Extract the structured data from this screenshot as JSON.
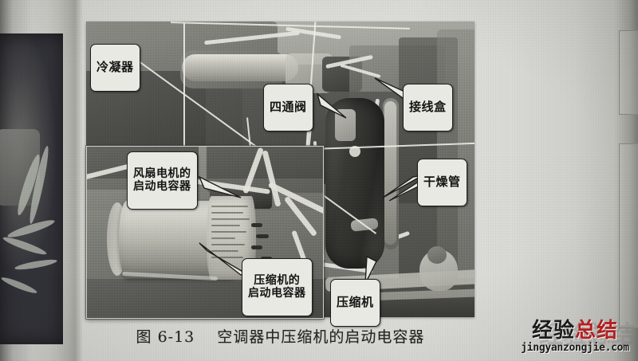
{
  "figure": {
    "caption": "图 6-13    空调器中压缩机的启动电容器",
    "caption_number": "图 6-13",
    "caption_text": "空调器中压缩机的启动电容器"
  },
  "callouts": [
    {
      "id": "condenser",
      "label": "冷凝器"
    },
    {
      "id": "four-way-valve",
      "label": "四通阀"
    },
    {
      "id": "junction-box",
      "label": "接线盒"
    },
    {
      "id": "drier-tube",
      "label": "干燥管"
    },
    {
      "id": "fan-motor-capacitor",
      "label": "风扇电机的\n启动电容器"
    },
    {
      "id": "compressor-capacitor",
      "label": "压缩机的\n启动电容器"
    },
    {
      "id": "compressor",
      "label": "压缩机"
    }
  ],
  "watermark": {
    "cn_dark": "经验",
    "cn_red": "总结",
    "url": "jingyanzongjie.com",
    "ghost": "经验总结",
    "color_dark": "#1c1c1c",
    "color_red": "#b31f22"
  },
  "colors": {
    "paper": "#dedeDA",
    "photo_dark": "#3f3f3c",
    "photo_light": "#cfcfc8",
    "callout_fill": "#e9e9e3",
    "callout_border": "#1d1d1b",
    "caption_text": "#25251f"
  }
}
